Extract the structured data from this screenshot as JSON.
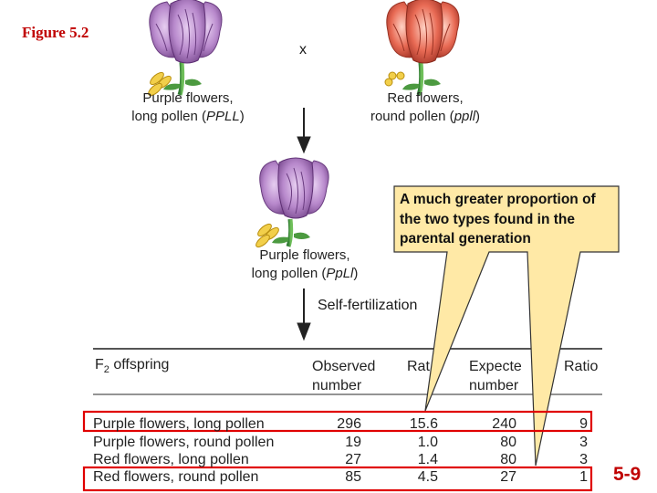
{
  "figure_label": "Figure 5.2",
  "cross_symbol": "x",
  "parents": {
    "purple": {
      "line1": "Purple flowers,",
      "line2_prefix": "long pollen (",
      "genotype": "PPLL",
      "line2_suffix": ")"
    },
    "red": {
      "line1": "Red flowers,",
      "line2_prefix": "round pollen (",
      "genotype": "ppll",
      "line2_suffix": ")"
    }
  },
  "f1": {
    "line1": "Purple flowers,",
    "line2_prefix": "long pollen (",
    "genotype": "PpLl",
    "line2_suffix": ")"
  },
  "self_fertilization": "Self-fertilization",
  "callout": "A much greater proportion of the two types found in the parental generation",
  "table": {
    "header_offspring": "F",
    "header_offspring_sub": "2",
    "header_offspring_rest": " offspring",
    "header_observed_1": "Observed",
    "header_observed_2": "number",
    "header_ratio": "Rat",
    "header_expected_1": "Expecte",
    "header_expected_2": "number",
    "header_ratio2": "Ratio",
    "rows": [
      {
        "label": "Purple flowers, long pollen",
        "observed": "296",
        "ratio": "15.6",
        "expected": "240",
        "ratio2": "9"
      },
      {
        "label": "Purple flowers, round pollen",
        "observed": "19",
        "ratio": "1.0",
        "expected": "80",
        "ratio2": "3"
      },
      {
        "label": "Red flowers, long pollen",
        "observed": "27",
        "ratio": "1.4",
        "expected": "80",
        "ratio2": "3"
      },
      {
        "label": "Red flowers, round pollen",
        "observed": "85",
        "ratio": "4.5",
        "expected": "27",
        "ratio2": "1"
      }
    ]
  },
  "slide_number": "5-9",
  "colors": {
    "highlight": "#e00000",
    "callout_fill": "#ffe9a6",
    "callout_border": "#333333",
    "purple_flower": "#b889cc",
    "red_flower": "#e86a54"
  }
}
